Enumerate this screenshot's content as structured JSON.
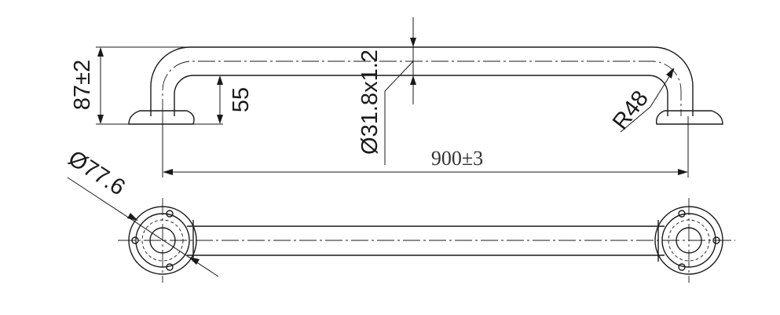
{
  "drawing": {
    "dimensions": {
      "height_overall": "87±2",
      "height_inner": "55",
      "tube": "Ø31.8x1.2",
      "radius": "R48",
      "length": "900±3",
      "flange_diameter": "Ø77.6"
    }
  }
}
